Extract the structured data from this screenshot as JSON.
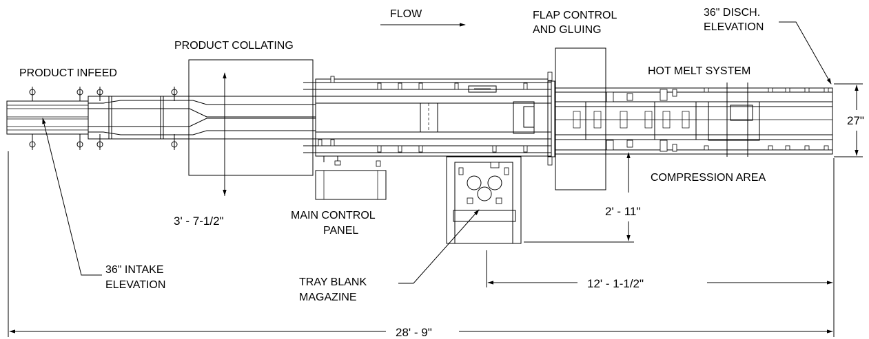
{
  "labels": {
    "flow": "FLOW",
    "flap_line1": "FLAP CONTROL",
    "flap_line2": "AND GLUING",
    "disch_line1": "36\" DISCH.",
    "disch_line2": "ELEVATION",
    "collating": "PRODUCT COLLATING",
    "infeed": "PRODUCT INFEED",
    "hot_melt": "HOT MELT SYSTEM",
    "compression": "COMPRESSION AREA",
    "main_control_line1": "MAIN CONTROL",
    "main_control_line2": "PANEL",
    "intake_line1": "36\" INTAKE",
    "intake_line2": "ELEVATION",
    "tray_line1": "TRAY BLANK",
    "tray_line2": "MAGAZINE"
  },
  "dimensions": {
    "width_27": "27\"",
    "collating_width": "3' - 7-1/2\"",
    "magazine_offset": "2' - 11\"",
    "discharge_length": "12' - 1-1/2\"",
    "overall_length": "28' - 9\""
  },
  "colors": {
    "line": "#000000",
    "background": "#ffffff"
  }
}
